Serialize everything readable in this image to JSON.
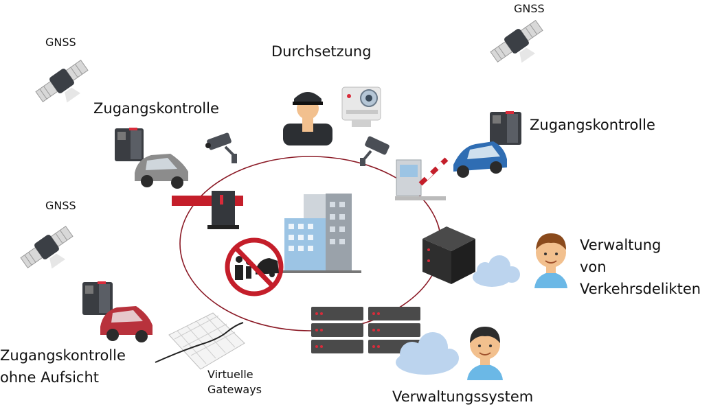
{
  "labels": {
    "gnss_top_left": "GNSS",
    "gnss_top_right": "GNSS",
    "gnss_mid_left": "GNSS",
    "enforcement": "Durchsetzung",
    "access_control_left": "Zugangskontrolle",
    "access_control_right": "Zugangskontrolle",
    "offence_mgmt": [
      "Verwaltung",
      "von",
      "Verkehrsdelikten"
    ],
    "unattended_access": [
      "Zugangskontrolle",
      "ohne Aufsicht"
    ],
    "virtual_gateways": [
      "Virtuelle",
      "Gateways"
    ],
    "admin_system": "Verwaltungssystem"
  },
  "colors": {
    "ring": "#8b1a26",
    "barrier_red": "#c41e2a",
    "server_dark": "#3a3a3a",
    "server_led": "#d92b3a",
    "cloud": "#bcd4ee",
    "car_gray": "#8c8c8c",
    "car_blue": "#2f6db3",
    "car_red": "#b8323c",
    "building_blue": "#9cc4e4",
    "skin": "#f2c08e",
    "hair": "#8a4a1c",
    "shirt": "#6bb8e6"
  }
}
